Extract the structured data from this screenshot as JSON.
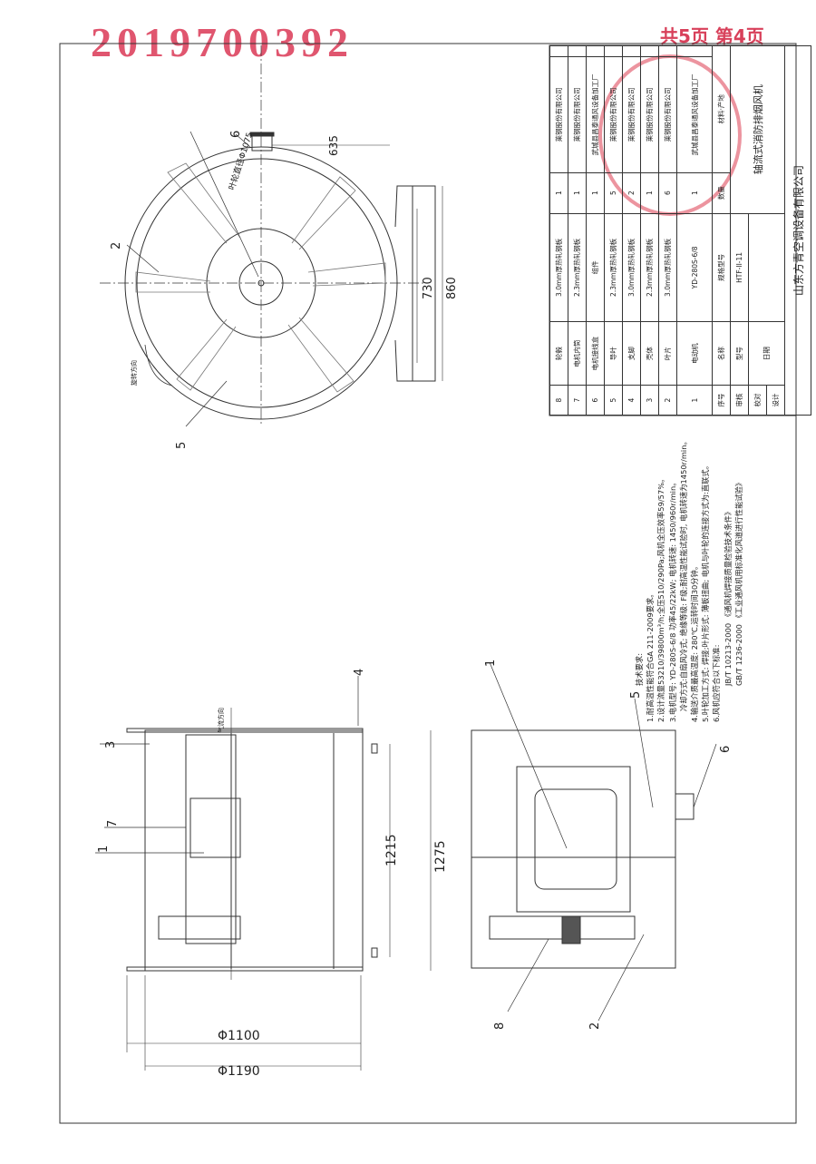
{
  "header": {
    "document_number": "2019700392",
    "page_info": "共5页 第4页"
  },
  "top_view": {
    "impeller_label": "叶轮直径Φ1075",
    "rotation_label": "旋转方向",
    "dim_635": "635",
    "dim_730": "730",
    "dim_860": "860",
    "callouts": [
      "2",
      "5",
      "6"
    ]
  },
  "side_view_left": {
    "airflow_label": "气流方向",
    "dim_1215": "1215",
    "dim_1275": "1275",
    "dim_phi1100": "Φ1100",
    "dim_phi1190": "Φ1190",
    "callouts": [
      "3",
      "7",
      "1",
      "4"
    ]
  },
  "side_view_right": {
    "callouts": [
      "1",
      "5",
      "6",
      "8",
      "2"
    ]
  },
  "notes": {
    "title": "技术要求:",
    "lines": [
      "1.耐高温性能符合GA 211-2009要求。",
      "2.设计流量53210/39800m³/h;全压510/290Pa;风机全压效率59/57%。",
      "3.电机型号: YD-280S-6/8   功率45/22kW;  电机转速: 1450/960r/min。",
      "冷却方式:自扇风冷式;  绝缘等级: F级;耐高温性能试验时,  电机转速为1450r/min。",
      "4.输送介质最高温度: 280℃,运转时间30分钟。",
      "5.叶轮加工方式: 焊接;叶片形式:  薄板扭曲;  电机与叶轮的连接方式为:直联式。",
      "6.风机应符合以下标准:",
      "JB/T 10213-2000  《通风机焊接质量检验技术条件》",
      "GB/T 1236-2000  《工业通风机用标准化风道进行性能试验》"
    ]
  },
  "title_block": {
    "parts": [
      {
        "no": "8",
        "name": "轮毂",
        "spec": "3.0mm厚热轧钢板",
        "qty": "1",
        "source": "莱钢股份有限公司"
      },
      {
        "no": "7",
        "name": "电机内筒",
        "spec": "2.3mm厚热轧钢板",
        "qty": "1",
        "source": "莱钢股份有限公司"
      },
      {
        "no": "6",
        "name": "电机接线盒",
        "spec": "组件",
        "qty": "1",
        "source": "武城县昌泰通风设备加工厂"
      },
      {
        "no": "5",
        "name": "导叶",
        "spec": "2.3mm厚热轧钢板",
        "qty": "5",
        "source": "莱钢股份有限公司"
      },
      {
        "no": "4",
        "name": "支脚",
        "spec": "3.0mm厚热轧钢板",
        "qty": "2",
        "source": "莱钢股份有限公司"
      },
      {
        "no": "3",
        "name": "壳体",
        "spec": "2.3mm厚热轧钢板",
        "qty": "1",
        "source": "莱钢股份有限公司"
      },
      {
        "no": "2",
        "name": "叶片",
        "spec": "3.0mm厚热轧钢板",
        "qty": "6",
        "source": "莱钢股份有限公司"
      },
      {
        "no": "1",
        "name": "电动机",
        "spec": "YD-280S-6/8",
        "qty": "1",
        "source": "武城县昌泰通风设备加工厂"
      }
    ],
    "col_headers": {
      "no": "序号",
      "name": "名称",
      "spec": "规格型号",
      "qty": "数量",
      "source": "材料·产地"
    },
    "review": "审核",
    "check": "校对",
    "design": "设计",
    "model_label": "型号",
    "model_value": "HTF-II-11",
    "date_label": "日期",
    "product_name": "轴流式消防排烟风机",
    "company": "山东方青空调设备有限公司"
  }
}
